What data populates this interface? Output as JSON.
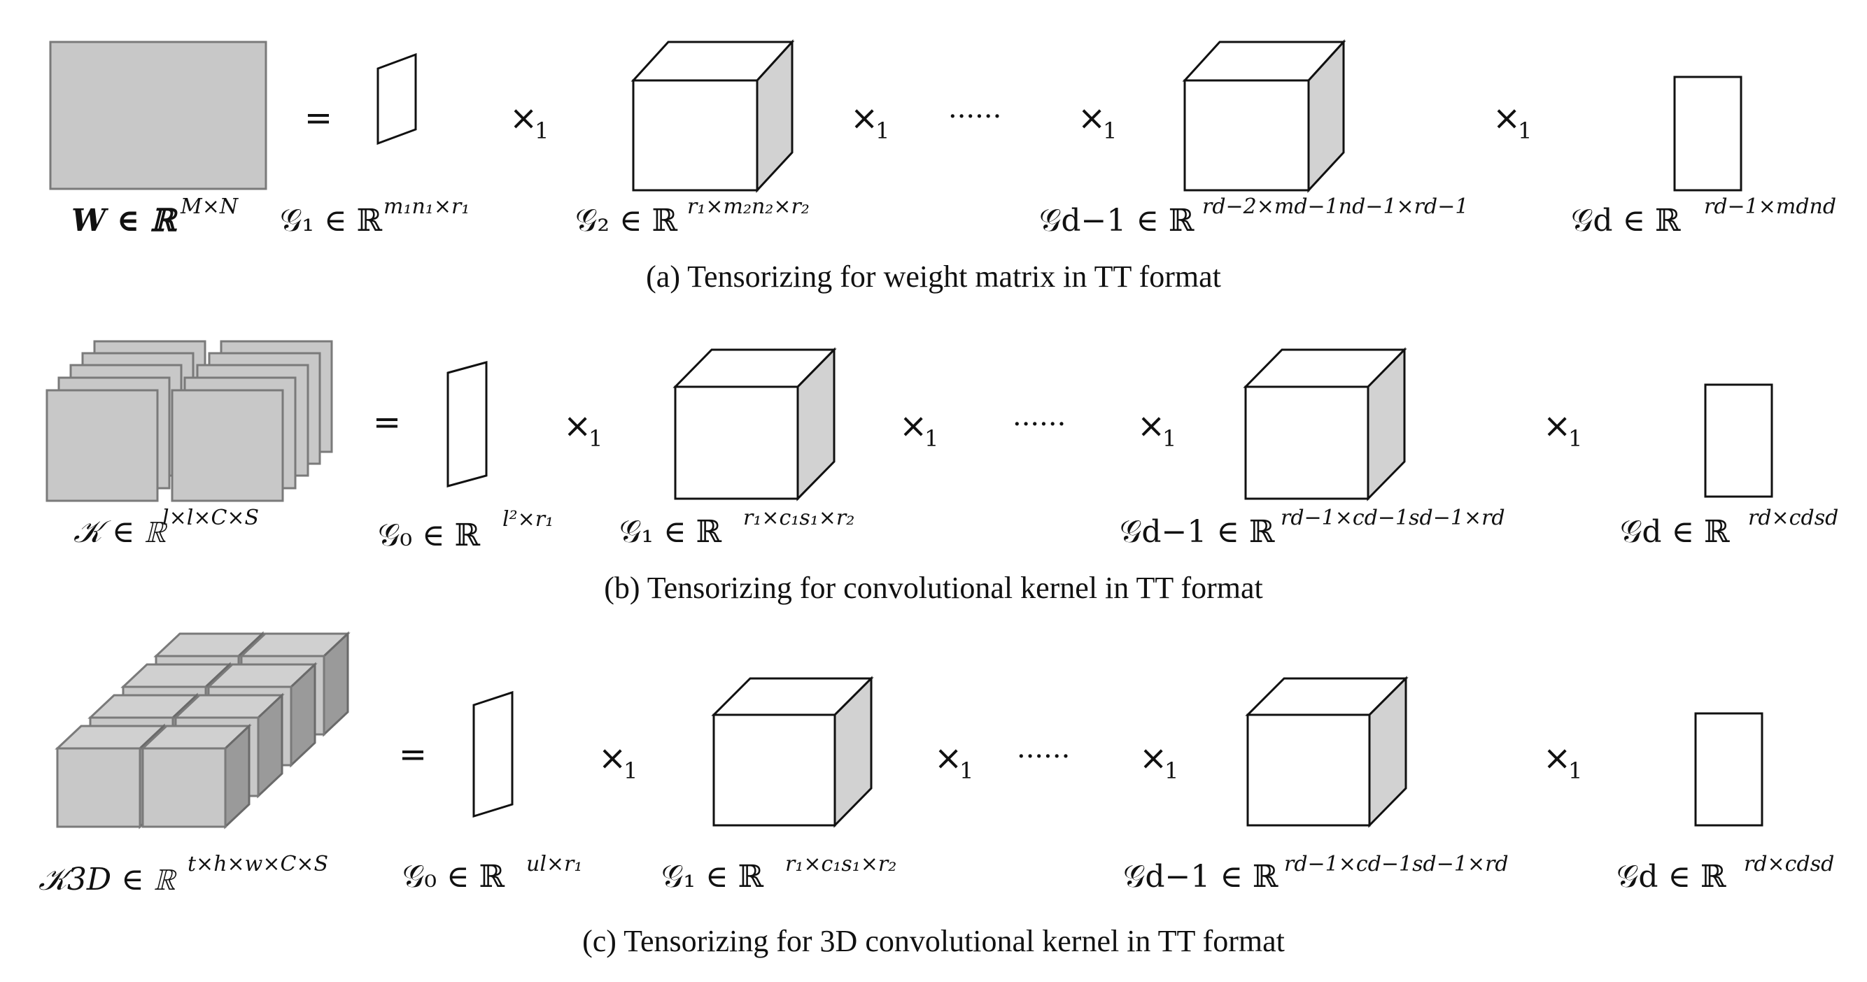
{
  "row_a": {
    "caption": "(a)  Tensorizing for weight matrix in TT format",
    "lhs": "W ∈ ℝ",
    "lhs_sup": "M×N",
    "g1": "𝒢₁ ∈ ℝ",
    "g1_sup": "m₁n₁×r₁",
    "g2": "𝒢₂ ∈ ℝ",
    "g2_sup": "r₁×m₂n₂×r₂",
    "gd1": "𝒢d−1 ∈ ℝ",
    "gd1_sup": "rd−2×md−1nd−1×rd−1",
    "gd": "𝒢d ∈ ℝ",
    "gd_sup": "rd−1×mdnd"
  },
  "row_b": {
    "caption": "(b)  Tensorizing for convolutional kernel in TT format",
    "lhs": "𝒦 ∈ ℝ",
    "lhs_sup": "l×l×C×S",
    "g0": "𝒢₀ ∈ ℝ",
    "g0_sup": "l²×r₁",
    "g1": "𝒢₁ ∈ ℝ",
    "g1_sup": "r₁×c₁s₁×r₂",
    "gd1": "𝒢d−1 ∈ ℝ",
    "gd1_sup": "rd−1×cd−1sd−1×rd",
    "gd": "𝒢d ∈ ℝ",
    "gd_sup": "rd×cdsd"
  },
  "row_c": {
    "caption": "(c)  Tensorizing for 3D convolutional kernel in TT format",
    "lhs": "𝒦3D ∈ ℝ",
    "lhs_sup": "t×h×w×C×S",
    "g0": "𝒢₀ ∈ ℝ",
    "g0_sup": "ul×r₁",
    "g1": "𝒢₁ ∈ ℝ",
    "g1_sup": "r₁×c₁s₁×r₂",
    "gd1": "𝒢d−1 ∈ ℝ",
    "gd1_sup": "rd−1×cd−1sd−1×rd",
    "gd": "𝒢d ∈ ℝ",
    "gd_sup": "rd×cdsd"
  },
  "symbols": {
    "equals": "=",
    "times": "×",
    "mode": "1",
    "ellipsis": "······"
  }
}
